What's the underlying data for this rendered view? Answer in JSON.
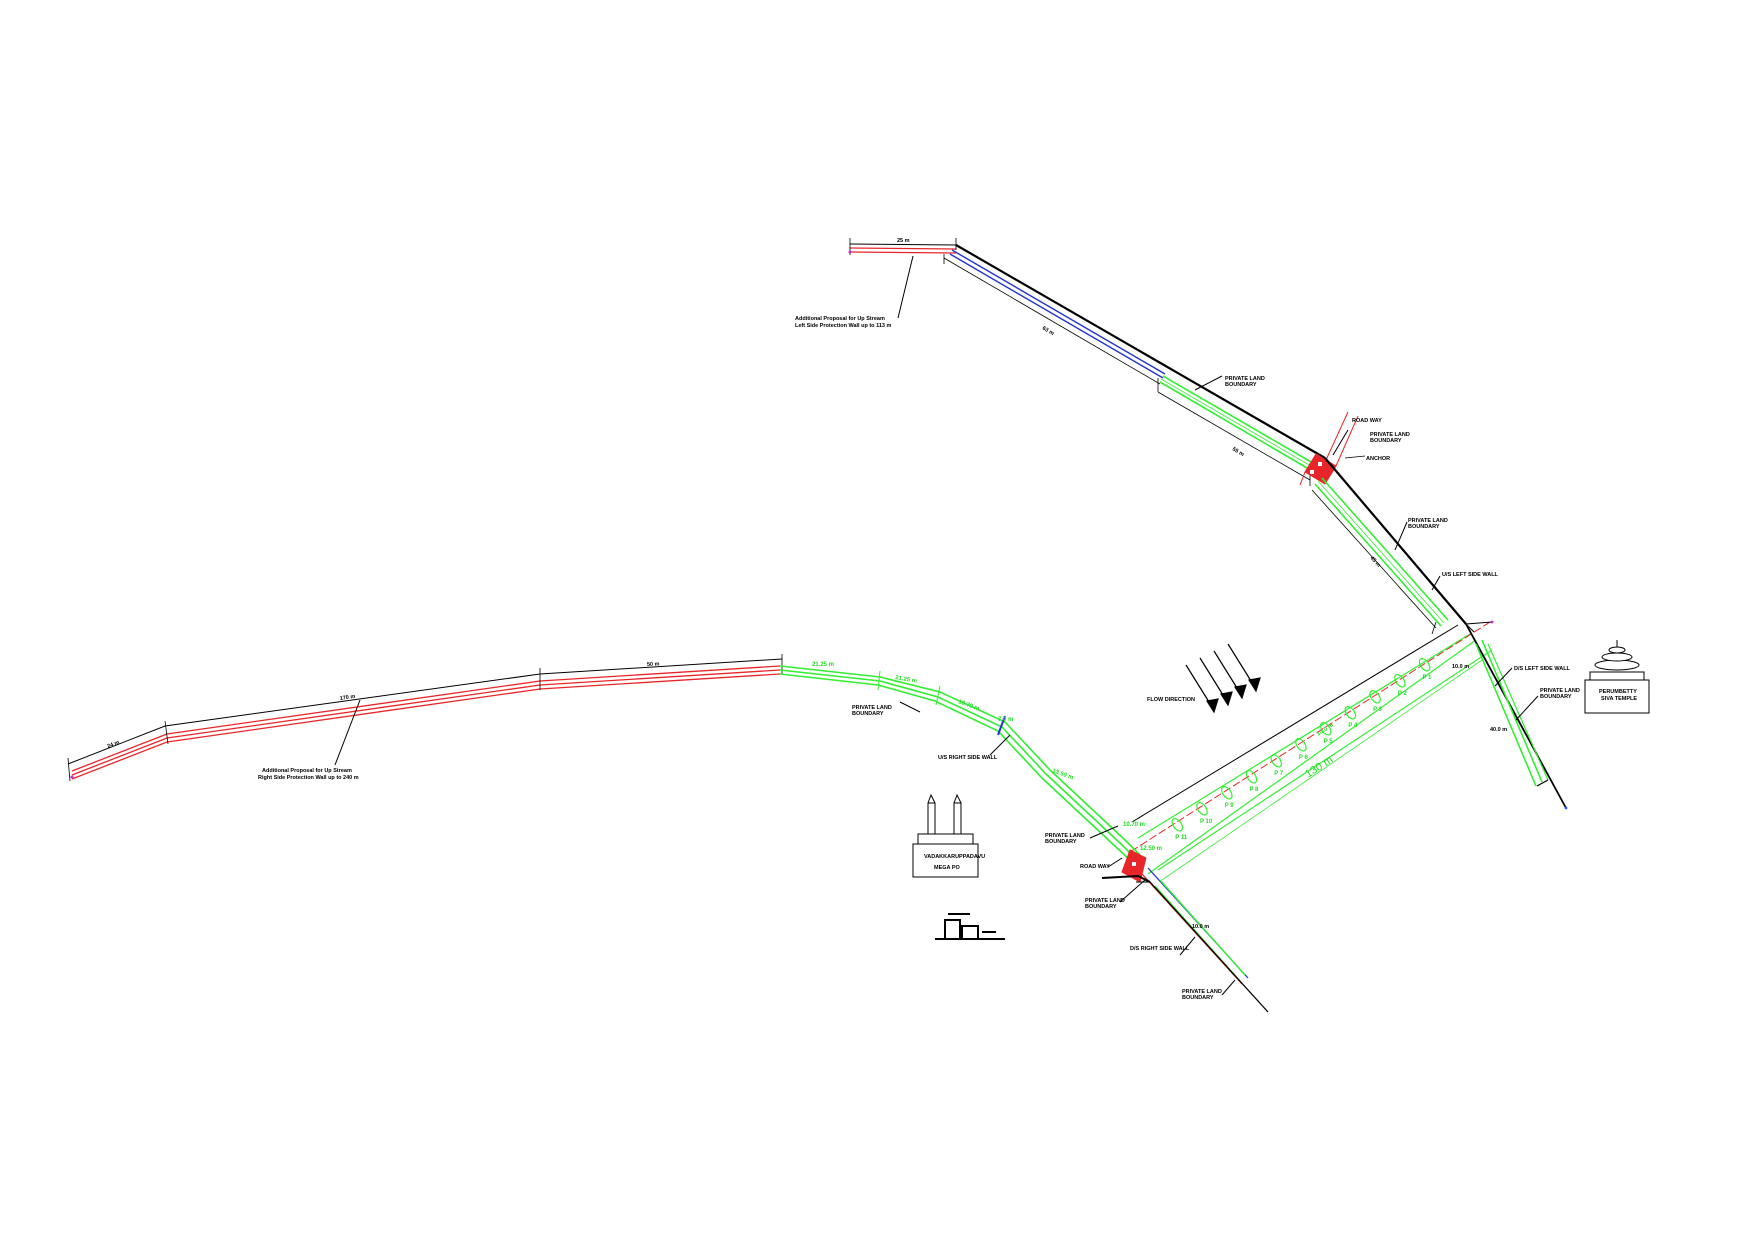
{
  "labels": {
    "upstream_left": [
      "Additional Proposal for Up Stream",
      "Left Side Protection Wall up to 113 m"
    ],
    "upstream_right": [
      "Additional Proposal for Up Stream",
      "Right Side Protection Wall up to 240 m"
    ],
    "private_land": [
      "PRIVATE LAND",
      "BOUNDARY"
    ],
    "road_way": "ROAD WAY",
    "us_left_side_wall": "U/S LEFT SIDE WALL",
    "ds_left_side_wall": "D/S LEFT SIDE WALL",
    "us_right_side_wall": "U/S RIGHT SIDE WALL",
    "ds_right_side_wall": "D/S RIGHT SIDE WALL",
    "flow_direction": "FLOW DIRECTION",
    "temple_right": [
      "PERUMBETTY",
      "SIVA TEMPLE"
    ],
    "temple_left": [
      "VADAKKARUPPADAVU",
      "MEGA PO"
    ],
    "anchor": "ANCHOR",
    "bridge_length": "130 m"
  },
  "dimensions": {
    "top_short": "25 m",
    "top_blue": "63 m",
    "top_green": "55 m",
    "right_upper": "45 m",
    "right_lower": "40.0 m",
    "right_pier_gap": "10.0 m",
    "left_far": "24 m",
    "left_middle": "170 m",
    "left_near": "50 m",
    "green_1": "21.25 m",
    "green_2": "21.25 m",
    "green_3": "16.70 m",
    "green_4": "7.0 m",
    "green_5": "13.50 m",
    "bottom_1": "10.70 m",
    "bottom_2": "12.50 m",
    "bottom_3": "10.0 m",
    "pier_spacing": "10.0 m"
  },
  "piers": [
    "P 1",
    "P 2",
    "P 3",
    "P 4",
    "P 5",
    "P 6",
    "P 7",
    "P 8",
    "P 9",
    "P 10",
    "P 11"
  ],
  "colors": {
    "wall_red": "#e8262a",
    "wall_green": "#33ee33",
    "wall_blue": "#2233cc",
    "boundary_black": "#000000"
  }
}
